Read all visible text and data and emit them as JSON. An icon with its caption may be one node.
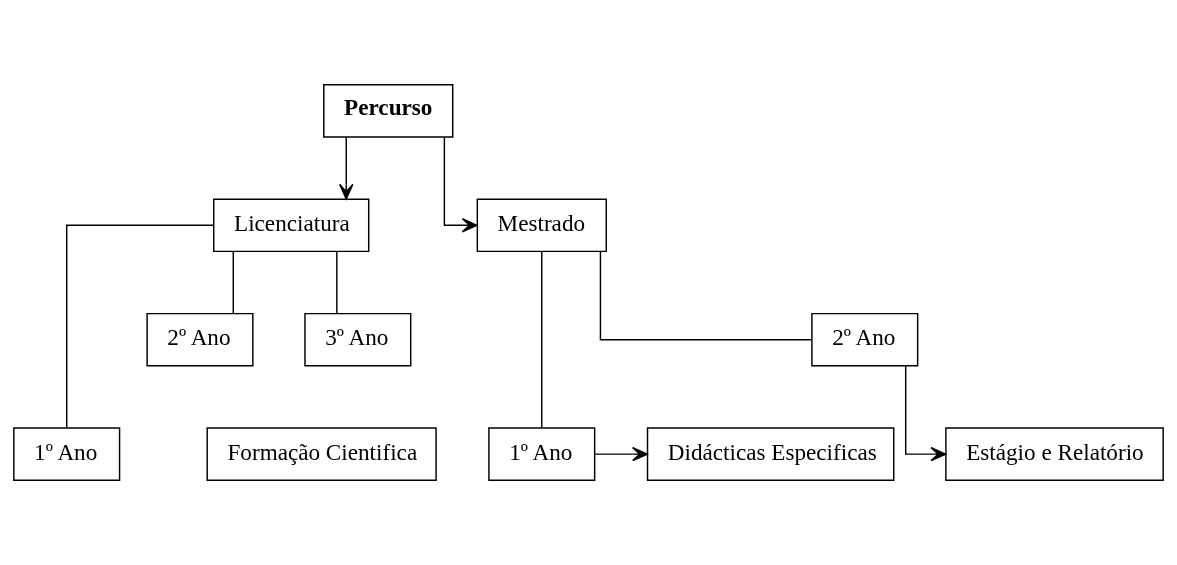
{
  "diagram": {
    "nodes": [
      {
        "text": [
          "Percurso"
        ]
      },
      {
        "text": [
          "Licenciatura"
        ]
      },
      {
        "text": [
          "Mestrado"
        ]
      },
      {
        "text": [
          "1º Ano"
        ]
      },
      {
        "text": [
          "2º Ano"
        ]
      },
      {
        "text": [
          "3º Ano"
        ]
      },
      {
        "text": [
          "Formação Cientifica"
        ]
      },
      {
        "text": [
          "Didácticas Especificas"
        ]
      },
      {
        "text": [
          "1º Ano"
        ]
      },
      {
        "text": [
          "2º Ano"
        ]
      },
      {
        "text": [
          "Estágio e Relatório"
        ]
      }
    ],
    "edges": [
      {
        "from": 0,
        "to": 1,
        "arrow": "to"
      },
      {
        "from": 0,
        "to": 2,
        "arrow": "to"
      },
      {
        "from": 1,
        "to": 3,
        "arrow": "none"
      },
      {
        "from": 1,
        "to": 4,
        "arrow": "none"
      },
      {
        "from": 1,
        "to": 5,
        "arrow": "none"
      },
      {
        "from": 2,
        "to": 8,
        "arrow": "none"
      },
      {
        "from": 2,
        "to": 9,
        "arrow": "none"
      },
      {
        "from": 8,
        "to": 7,
        "arrow": "to"
      },
      {
        "from": 9,
        "to": 10,
        "arrow": "to"
      }
    ]
  }
}
